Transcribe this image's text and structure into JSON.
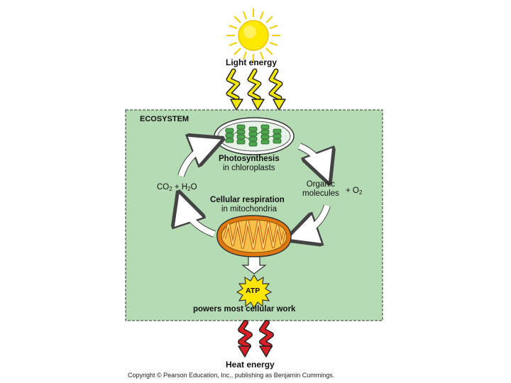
{
  "labels": {
    "light_energy": "Light energy",
    "ecosystem": "ECOSYSTEM",
    "photosynthesis_title": "Photosynthesis",
    "photosynthesis_sub": "in chloroplasts",
    "co2_h2o": {
      "co": "CO",
      "sub1": "2",
      "plus": " + H",
      "sub2": "2",
      "o": "O"
    },
    "organic_line1": "Organic",
    "organic_line2": "molecules",
    "plus_o2": {
      "text": "+ O",
      "sub": "2"
    },
    "respiration_title": "Cellular respiration",
    "respiration_sub": "in mitochondria",
    "atp": "ATP",
    "powers": "powers most cellular work",
    "heat_energy": "Heat energy",
    "copyright": "Copyright © Pearson Education, Inc., publishing as Benjamin Cummings."
  },
  "colors": {
    "ecosystem_fill": "#b5dbb5",
    "sun": "#ffe800",
    "light_arrows": "#f2e60a",
    "heat_arrows": "#d61f26",
    "chloroplast": "#4da64d",
    "mitochondrion": "#f0a830",
    "atp_burst": "#ffe600"
  }
}
